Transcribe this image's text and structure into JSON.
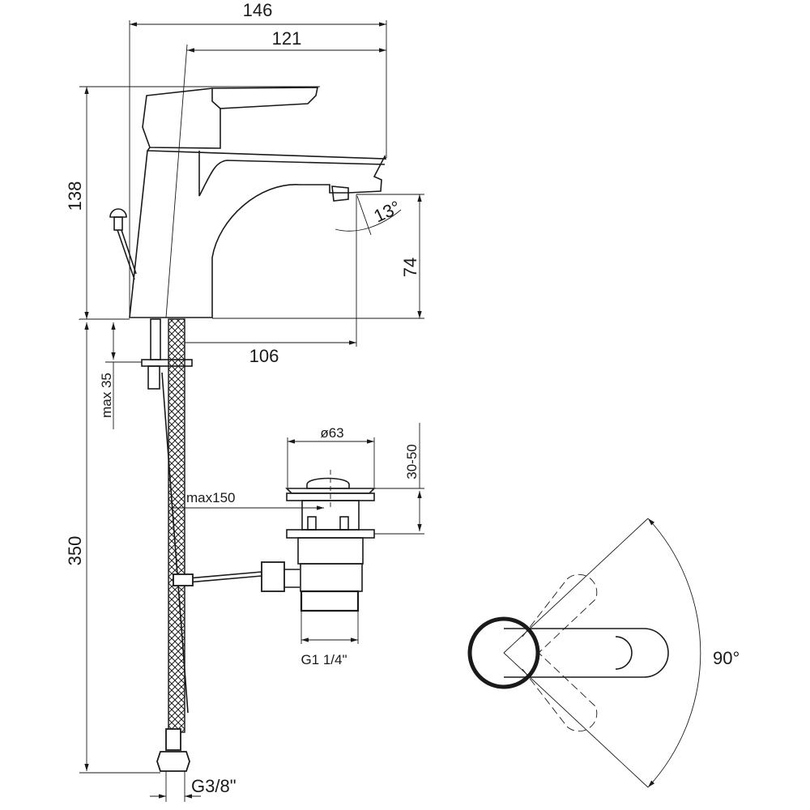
{
  "drawing": {
    "dimensions": {
      "total_width": "146",
      "spout_reach": "121",
      "total_height": "138",
      "spout_height": "74",
      "spout_angle": "13°",
      "spout_offset": "106",
      "max_deck": "max 35",
      "hose_length": "350",
      "waste_diameter": "ø63",
      "waste_range": "30-50",
      "rod_length": "max150",
      "waste_thread": "G1 1/4\"",
      "hose_thread": "G3/8\"",
      "lever_rotation": "90°"
    }
  }
}
